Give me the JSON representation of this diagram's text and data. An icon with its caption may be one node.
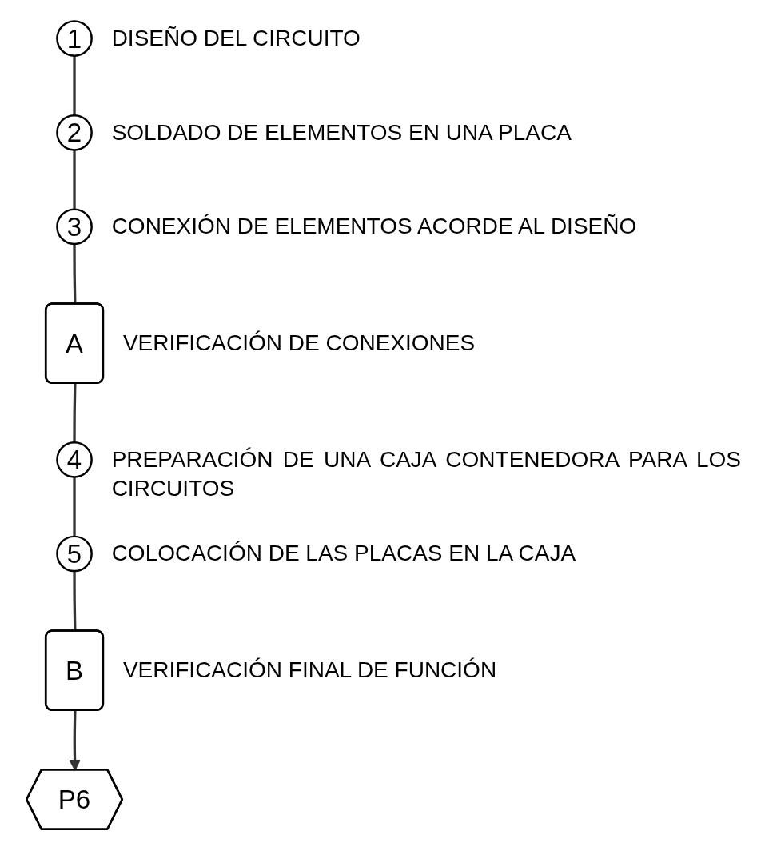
{
  "diagram": {
    "nodes": [
      {
        "text": [
          "1"
        ],
        "beside": [
          "DISEÑO DEL CIRCUITO"
        ]
      },
      {
        "text": [
          "2"
        ],
        "beside": [
          "SOLDADO DE ELEMENTOS EN UNA PLACA"
        ]
      },
      {
        "text": [
          "3"
        ],
        "beside": [
          "CONEXIÓN DE ELEMENTOS ACORDE AL DISEÑO"
        ]
      },
      {
        "text": [
          "A"
        ],
        "beside": [
          "VERIFICACIÓN DE CONEXIONES"
        ]
      },
      {
        "text": [
          "4"
        ],
        "beside": [
          "PREPARACIÓN DE UNA CAJA CONTENEDORA PARA LOS CIRCUITOS"
        ]
      },
      {
        "text": [
          "5"
        ],
        "beside": [
          "COLOCACIÓN DE LAS PLACAS EN LA CAJA"
        ]
      },
      {
        "text": [
          "B"
        ],
        "beside": [
          "VERIFICACIÓN FINAL DE FUNCIÓN"
        ]
      },
      {
        "text": [
          "P6"
        ]
      }
    ],
    "edges": [
      {
        "from": 0,
        "to": 1,
        "arrow": "none"
      },
      {
        "from": 1,
        "to": 2,
        "arrow": "none"
      },
      {
        "from": 2,
        "to": 3,
        "arrow": "none"
      },
      {
        "from": 3,
        "to": 4,
        "arrow": "none"
      },
      {
        "from": 4,
        "to": 5,
        "arrow": "none"
      },
      {
        "from": 5,
        "to": 6,
        "arrow": "none"
      },
      {
        "from": 6,
        "to": 7,
        "arrow": "to"
      }
    ]
  }
}
